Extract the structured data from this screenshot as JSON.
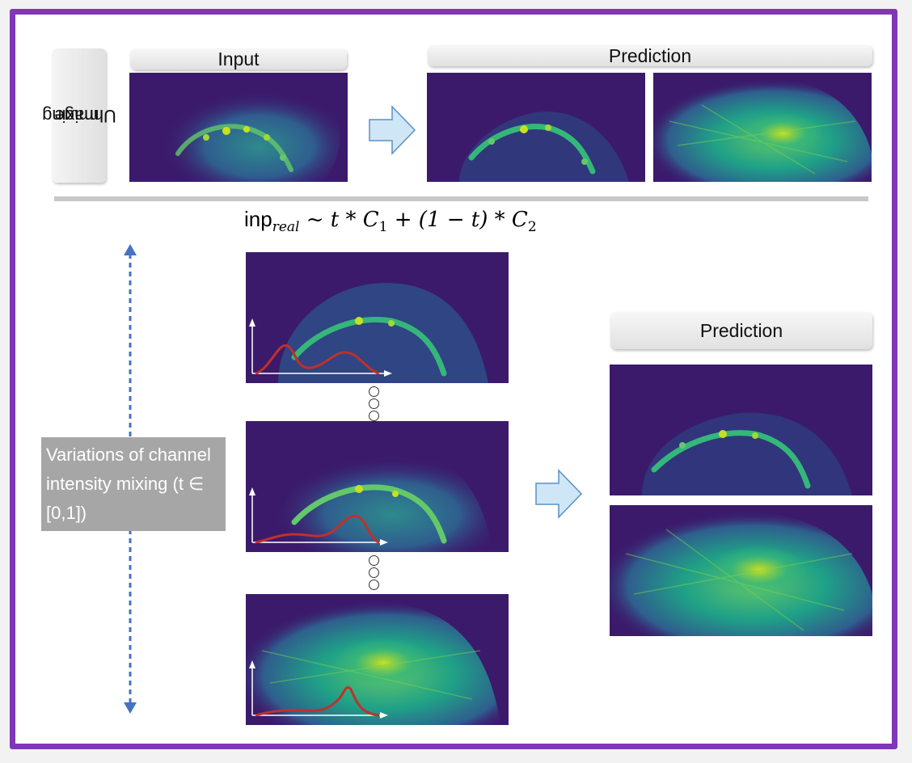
{
  "top": {
    "input_label": "Input",
    "prediction_label": "Prediction",
    "side_tab_line1": "Image",
    "side_tab_line2": "Unmixing"
  },
  "formula": {
    "base": "inp",
    "subscript": "real",
    "rhs": " ~ t * C",
    "c1_sub": "1",
    "middle": " + (1 − t) * C",
    "c2_sub": "2"
  },
  "bottom": {
    "prediction_label": "Prediction",
    "variation_label": "Variations of channel intensity mixing (t ∈ [0,1])"
  },
  "colors": {
    "frame": "#7f37b8",
    "arrow_fill": "#cfe6f7",
    "arrow_stroke": "#5b8fc7",
    "dashed_axis": "#4472c4",
    "curve": "#c0302a",
    "image_bg": "#3b1a6b",
    "image_green": "#1fa187",
    "image_yellow": "#c8e020"
  }
}
